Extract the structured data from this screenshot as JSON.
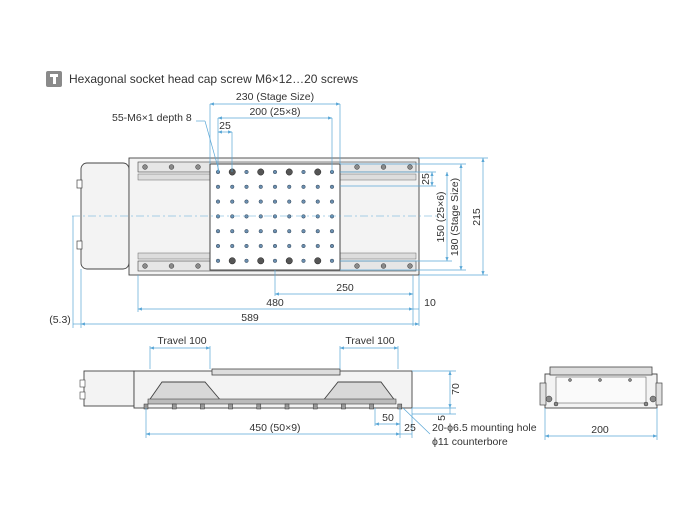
{
  "legend": {
    "icon": "hex-socket-screw-icon",
    "text": "Hexagonal socket head cap screw M6×12…20 screws"
  },
  "dimensions": {
    "stage_size_width": "230 (Stage Size)",
    "hole_span_x": "200 (25×8)",
    "hole_pitch_top": "25",
    "tapped_holes": "55-M6×1 depth 8",
    "hole_pitch_right": "25",
    "hole_span_y": "150 (25×6)",
    "stage_size_depth": "180 (Stage Size)",
    "base_width": "215",
    "offset_250": "250",
    "length_480": "480",
    "length_10": "10",
    "offset_5_3": "(5.3)",
    "total_length": "589",
    "travel_left": "Travel 100",
    "travel_right": "Travel 100",
    "height_70": "70",
    "height_5": "5",
    "pitch_50": "50",
    "mount_span": "450 (50×9)",
    "mount_edge": "25",
    "mounting_holes_line1": "20-ϕ6.5 mounting hole",
    "mounting_holes_line2": "ϕ11 counterbore",
    "end_width": "200"
  },
  "colors": {
    "line": "#444444",
    "dim_line": "#5aa7d6",
    "body_fill": "#f3f3f3",
    "stage_fill": "#ffffff",
    "shade": "#cfcfcf"
  }
}
